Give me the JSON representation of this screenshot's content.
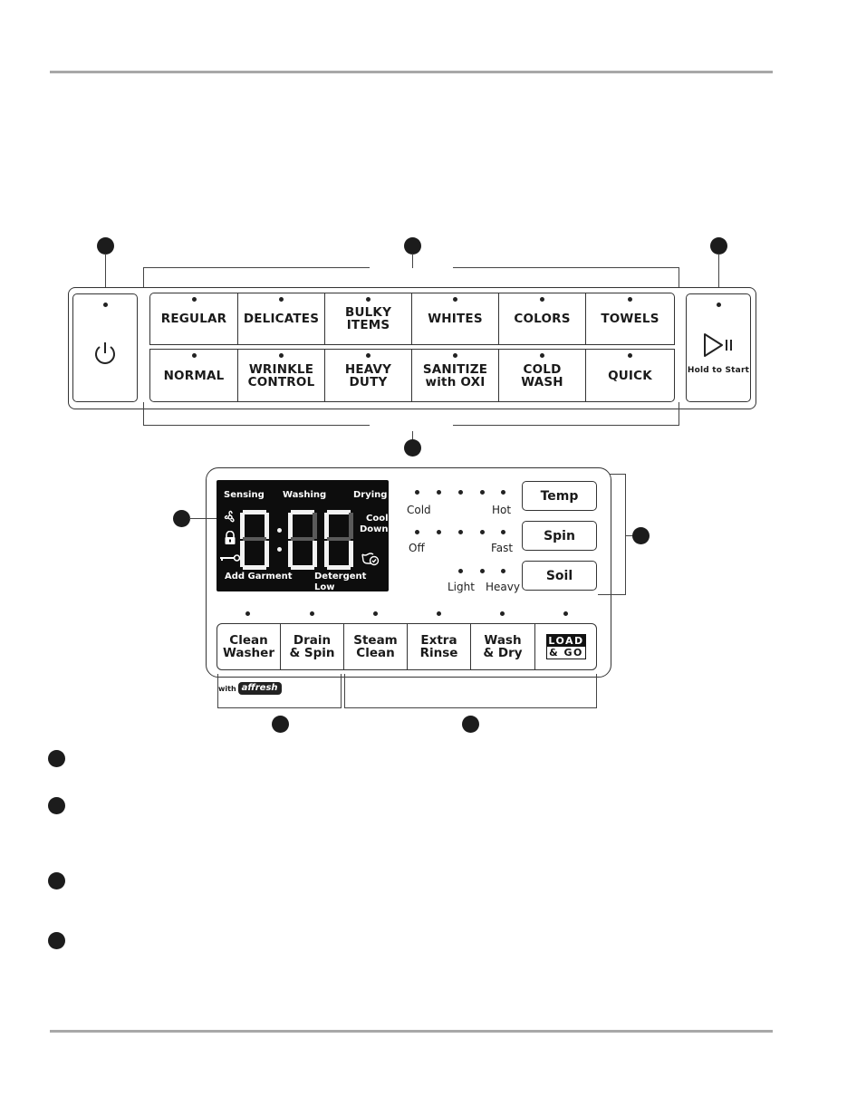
{
  "cycles": {
    "top_row": [
      "REGULAR",
      "DELICATES",
      "BULKY\nITEMS",
      "WHITES",
      "COLORS",
      "TOWELS"
    ],
    "bottom_row": [
      "NORMAL",
      "WRINKLE\nCONTROL",
      "HEAVY\nDUTY",
      "SANITIZE\nwith OXI",
      "COLD\nWASH",
      "QUICK"
    ]
  },
  "power": {
    "icon": "power-icon"
  },
  "start": {
    "icon": "play-pause-icon",
    "label": "Hold to Start"
  },
  "display": {
    "sensing": "Sensing",
    "washing": "Washing",
    "drying": "Drying",
    "cool_down": "Cool\nDown",
    "add_garment": "Add Garment",
    "detergent_low": "Detergent Low",
    "time": "0:00",
    "icons": [
      "fan-icon",
      "lock-icon",
      "key-icon",
      "detergent-icon"
    ]
  },
  "options": {
    "temp": {
      "label": "Temp",
      "low": "Cold",
      "high": "Hot"
    },
    "spin": {
      "label": "Spin",
      "low": "Off",
      "high": "Fast"
    },
    "soil": {
      "label": "Soil",
      "low": "Light",
      "high": "Heavy"
    }
  },
  "special_cycles": [
    "Clean\nWasher",
    "Drain\n& Spin",
    "Steam\nClean",
    "Extra\nRinse",
    "Wash\n& Dry"
  ],
  "load_and_go": {
    "top": "LOAD",
    "bottom": "& GO"
  },
  "affresh": {
    "with": "with",
    "brand": "affresh"
  },
  "colors": {
    "ink": "#1c1c1c",
    "rule": "#a8a8a8",
    "lcd": "#0d0d0d"
  }
}
